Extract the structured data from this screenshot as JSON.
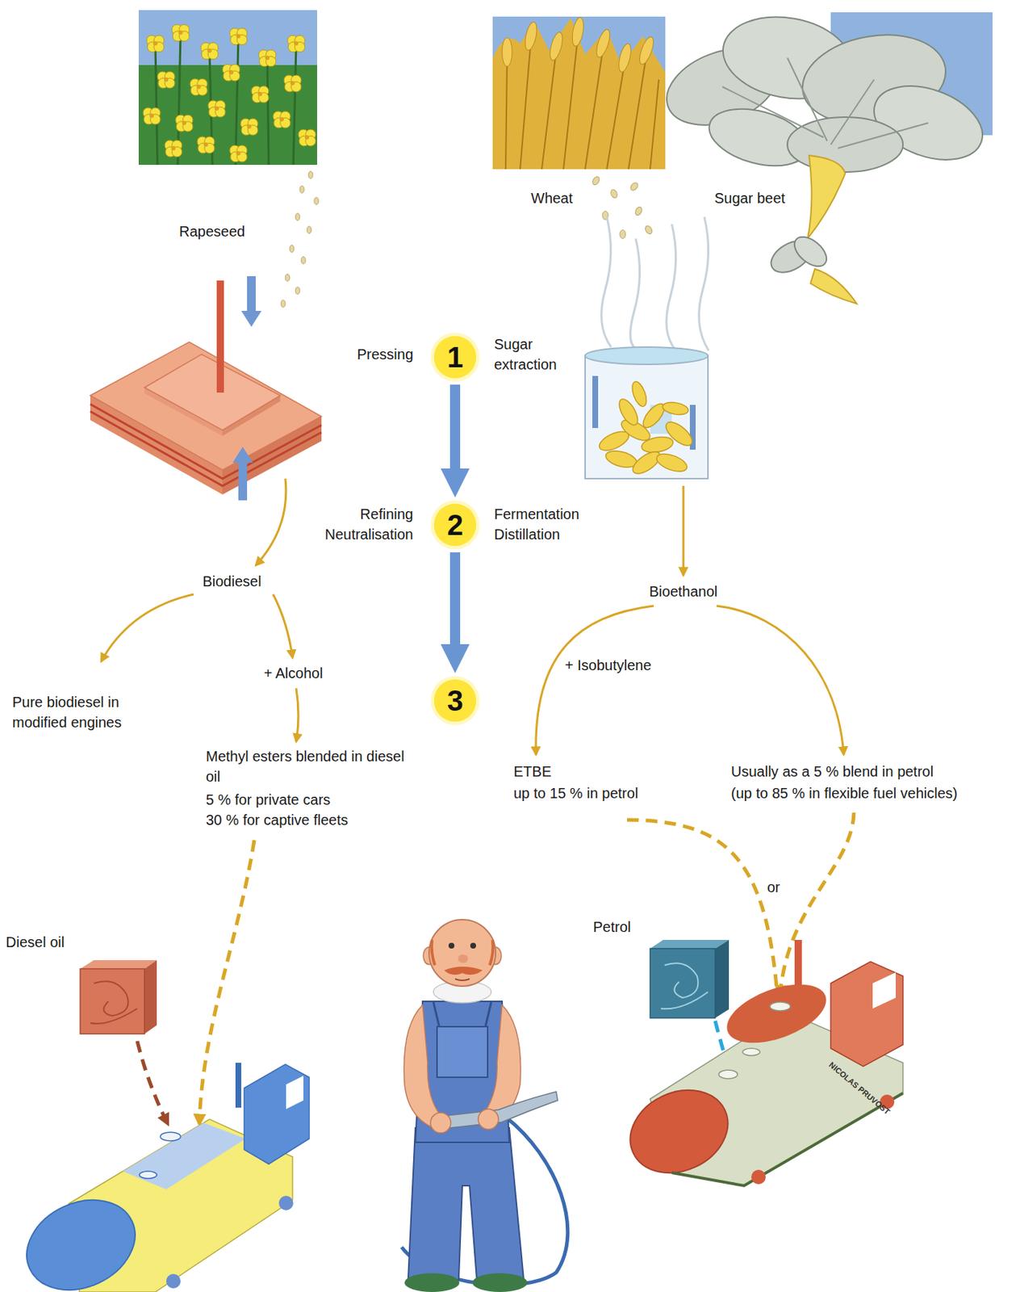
{
  "diagram": {
    "nodes": [
      {
        "text": [
          "1"
        ]
      },
      {
        "text": [
          "2"
        ]
      },
      {
        "text": [
          "3"
        ]
      }
    ],
    "edges": [
      {
        "from": 0,
        "to": 1,
        "arrow": "to"
      },
      {
        "from": 1,
        "to": 2,
        "arrow": "to"
      }
    ],
    "labels": [
      "Rapeseed",
      "Wheat",
      "Sugar beet",
      "Pressing",
      "Sugar extraction",
      "Refining",
      "Neutralisation",
      "Fermentation",
      "Distillation",
      "Biodiesel",
      "Bioethanol",
      "+ Alcohol",
      "+ Isobutylene",
      "Pure biodiesel in modified engines",
      "Methyl esters blended in diesel oil",
      "5 % for private cars",
      "30 % for captive fleets",
      "ETBE",
      "up to 15 % in petrol",
      "Usually as a 5 % blend in petrol",
      "(up to 85 % in flexible fuel vehicles)",
      "or",
      "Diesel oil",
      "Petrol",
      "NICOLAS PRUVOST"
    ]
  }
}
